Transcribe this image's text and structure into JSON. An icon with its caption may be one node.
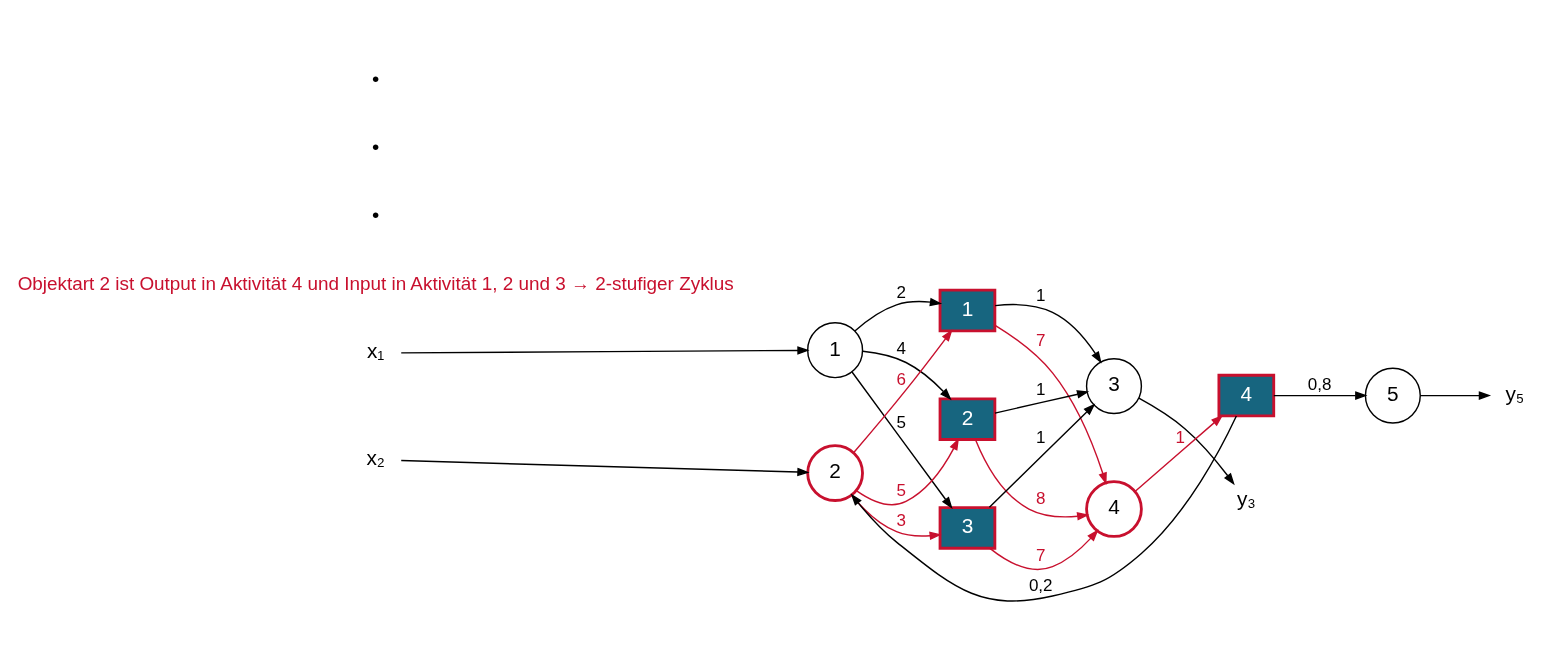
{
  "diagram": {
    "nodes": [
      {
        "text": [
          "x₁"
        ]
      },
      {
        "text": [
          "x₂"
        ]
      },
      {
        "text": [
          "1"
        ]
      },
      {
        "text": [
          "2"
        ]
      },
      {
        "text": [
          "1"
        ]
      },
      {
        "text": [
          "2"
        ]
      },
      {
        "text": [
          "3"
        ]
      },
      {
        "text": [
          "3"
        ]
      },
      {
        "text": [
          "4"
        ]
      },
      {
        "text": [
          "4"
        ]
      },
      {
        "text": [
          "5"
        ]
      },
      {
        "text": [
          "y₃"
        ]
      },
      {
        "text": [
          "y₅"
        ]
      }
    ],
    "edges": [
      {
        "from": 0,
        "to": 2,
        "arrow": "to"
      },
      {
        "from": 1,
        "to": 3,
        "arrow": "to"
      },
      {
        "from": 2,
        "to": 4,
        "arrow": "to",
        "label": "2"
      },
      {
        "from": 2,
        "to": 5,
        "arrow": "to",
        "label": "4"
      },
      {
        "from": 2,
        "to": 6,
        "arrow": "to",
        "label": "5"
      },
      {
        "from": 3,
        "to": 4,
        "arrow": "to",
        "label": "6",
        "color": "#c8102e"
      },
      {
        "from": 3,
        "to": 5,
        "arrow": "to",
        "label": "5",
        "color": "#c8102e"
      },
      {
        "from": 3,
        "to": 6,
        "arrow": "to",
        "label": "3",
        "color": "#c8102e"
      },
      {
        "from": 4,
        "to": 7,
        "arrow": "to",
        "label": "1"
      },
      {
        "from": 4,
        "to": 8,
        "arrow": "to",
        "label": "7",
        "color": "#c8102e"
      },
      {
        "from": 5,
        "to": 7,
        "arrow": "to",
        "label": "1"
      },
      {
        "from": 5,
        "to": 8,
        "arrow": "to",
        "label": "8",
        "color": "#c8102e"
      },
      {
        "from": 6,
        "to": 7,
        "arrow": "to",
        "label": "1"
      },
      {
        "from": 6,
        "to": 8,
        "arrow": "to",
        "label": "7",
        "color": "#c8102e"
      },
      {
        "from": 7,
        "to": 11,
        "arrow": "to"
      },
      {
        "from": 8,
        "to": 9,
        "arrow": "to",
        "label": "1",
        "color": "#c8102e"
      },
      {
        "from": 9,
        "to": 10,
        "arrow": "to",
        "label": "0,8"
      },
      {
        "from": 10,
        "to": 12,
        "arrow": "to"
      },
      {
        "from": 9,
        "to": 3,
        "arrow": "to",
        "label": "0,2"
      }
    ],
    "labels": [
      "Objektart 2 ist Output in Aktivität 4 und Input in Aktivität 1, 2 und 3 → 2-stufiger Zyklus",
      "•",
      "•",
      "•"
    ]
  }
}
